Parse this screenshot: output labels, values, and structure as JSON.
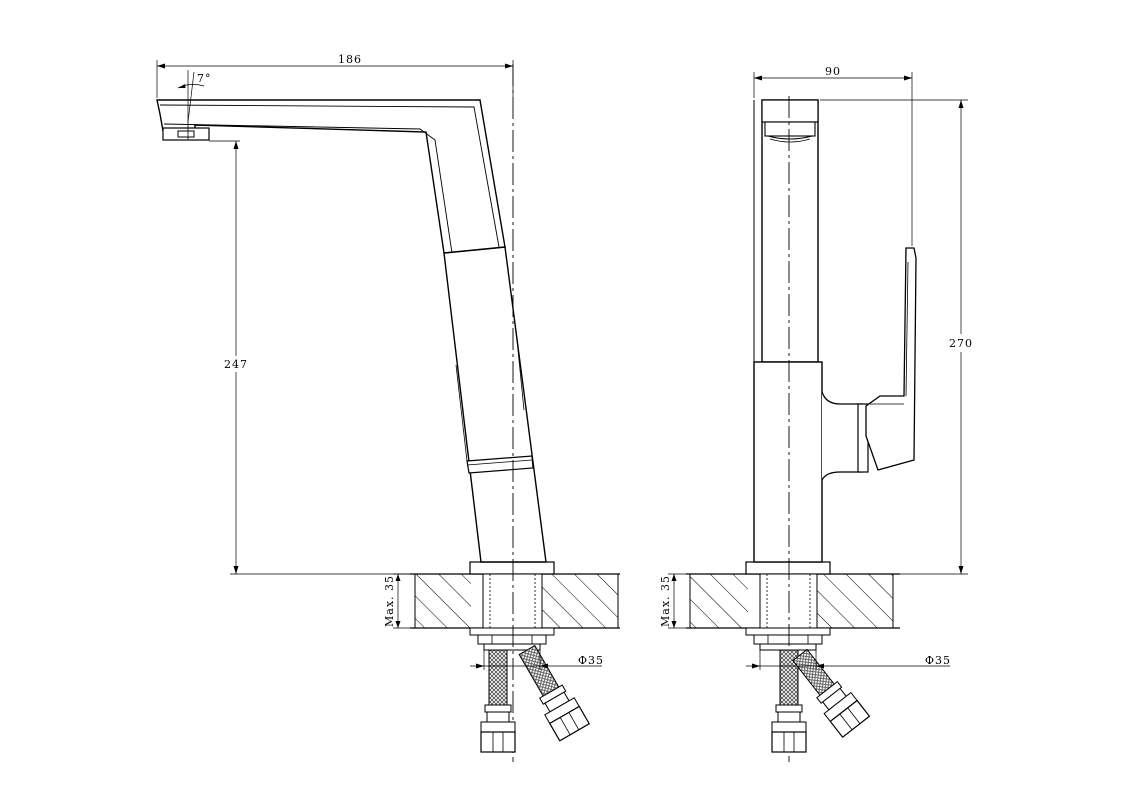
{
  "colors": {
    "line": "#000000",
    "background": "#ffffff",
    "body": "#ffffff",
    "hose": "#6a6a6a"
  },
  "side_view": {
    "width_label": "186",
    "height_label": "247",
    "angle_label": "7°",
    "counter_label": "Max. 35",
    "hole_label": "Φ35"
  },
  "front_view": {
    "width_label": "90",
    "height_label": "270",
    "counter_label": "Max. 35",
    "hole_label": "Φ35"
  }
}
